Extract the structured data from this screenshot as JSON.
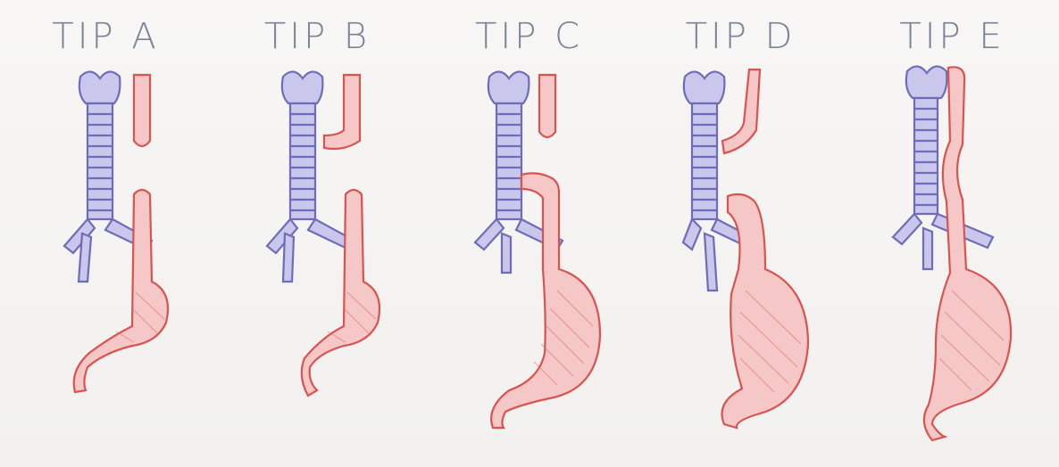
{
  "panels": [
    {
      "id": "a",
      "label": "TIP A"
    },
    {
      "id": "b",
      "label": "TIP B"
    },
    {
      "id": "c",
      "label": "TIP C"
    },
    {
      "id": "d",
      "label": "TIP D"
    },
    {
      "id": "e",
      "label": "TIP E"
    }
  ],
  "colors": {
    "trachea_stroke": "#6e6cb8",
    "trachea_fill": "#c9c8ec",
    "esophagus_stroke": "#d9534f",
    "esophagus_fill": "#f5c7c7",
    "label": "#7d8396"
  }
}
